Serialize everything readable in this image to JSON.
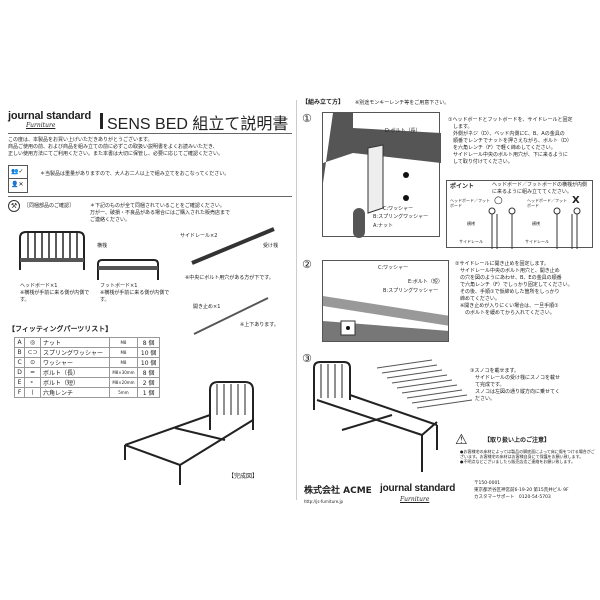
{
  "header": {
    "brand": "journal standard",
    "brand_sub": "Furniture",
    "title": "SENS BED 組立て説明書"
  },
  "intro": [
    "この度は、本製品をお買い上げいただきありがとうございます。",
    "商品ご使用の前、および商品を組み立ての前に必ずこの取扱い説明書をよくお読みいただき、",
    "正しい使用方法にてご利用ください。また本書は大切に保管し、必要に応じてご確認ください。"
  ],
  "warning_two_people": "＊当製品は重量がありますので、大人お二人以上で組み立てをおこなってください。",
  "check": {
    "label": "［同梱部品のご確認］",
    "text": [
      "＊下記のものが全て同梱されていることをご確認ください。",
      "万が一、破損・不良品がある場合にはご購入された販売店まで",
      "ご連絡ください。"
    ]
  },
  "parts": {
    "headboard": "ヘッドボード×1",
    "headboard_note": "※横桟が手前に来る側が内側です。",
    "footboard": "フットボード×1",
    "footboard_note": "※横桟が手前に来る側が内側です。",
    "crossbar_label": "横桟",
    "side_rail": "サイドレール×2",
    "receiver": "受け桟",
    "side_rail_note": "※中央にボルト用穴がある方が下です。",
    "spreader": "開き止め×1",
    "spreader_note": "※上下あります。"
  },
  "fitting": {
    "title": "【フィッティングパーツリスト】",
    "rows": [
      {
        "id": "A",
        "name": "ナット",
        "size": "M8",
        "qty": "8 個"
      },
      {
        "id": "B",
        "name": "スプリングワッシャー",
        "size": "M8",
        "qty": "10 個"
      },
      {
        "id": "C",
        "name": "ワッシャー",
        "size": "M8",
        "qty": "10 個"
      },
      {
        "id": "D",
        "name": "ボルト（長）",
        "size": "M8×30mm",
        "qty": "8 個"
      },
      {
        "id": "E",
        "name": "ボルト（短）",
        "size": "M8×20mm",
        "qty": "2 個"
      },
      {
        "id": "F",
        "name": "六角レンチ",
        "size": "5mm",
        "qty": "1 個"
      }
    ]
  },
  "completed_label": "【完成図】",
  "assembly": {
    "title": "【組み立て方】",
    "note": "※別途モンキーレンチ等をご用意下さい。",
    "step1": {
      "num": "①",
      "labels": [
        "D:ボルト（長）",
        "C:ワッシャー",
        "B:スプリングワッシャー",
        "A:ナット"
      ],
      "text": [
        "①ヘッドボードとフットボードを、サイドレールと固定",
        "　します。",
        "　外側がネジ（D）、ベッド内側にC、B、Aの金具の",
        "　順番でレンチでナットを押さえながら、ボルト（D）",
        "　を六角レンチ（F）で軽く締めしてください。",
        "　サイドレール中央のボルト用穴が、下に来るように",
        "　して取り付けてください。"
      ],
      "point": {
        "title": "ポイント",
        "text": "ヘッドボード／フットボードの横桟が内側に来るように組み立ててください。",
        "board": "ヘッドボード／フットボード",
        "crossbar": "横桟",
        "rail": "サイドレール",
        "ok": "○",
        "ng": "X"
      }
    },
    "step2": {
      "num": "②",
      "labels": [
        "C:ワッシャー",
        "E:ボルト（短）",
        "B:スプリングワッシャー"
      ],
      "text": [
        "②サイドレールに開き止めを固定します。",
        "　サイドレール中央のボルト用穴と、開き止め",
        "　の穴を図のようにあわせ、B、Eの金具の順番",
        "　で六角レンチ（F）でしっかり固定してください。",
        "　その後、手順①で仮締めした箇所をしっかり",
        "　締めてください。",
        "　※開き止めが入りにくい場合は、一旦手順①",
        "　　のボルトを緩めてから入れてください。"
      ]
    },
    "step3": {
      "num": "③",
      "text": [
        "③スノコを載せます。",
        "　サイドレールの受け桟にスノコを載せ",
        "　て完成です。",
        "　スノコは左図の通り縦方向に乗せてく",
        "　ださい。"
      ]
    }
  },
  "caution": {
    "title": "【取り扱い上のご注意】",
    "items": [
      "●お客様宅の床材によっては製品の脚底面によって床に傷をつける場合がございます。お客様宅の床材はお客様自身にて保護をお願い致します。",
      "●不明点などございましたら販売店迄ご連絡をお願い致します。"
    ]
  },
  "footer": {
    "company": "株式会社 ACME",
    "url": "http://js-furniture.jp",
    "postal": "〒150-0001",
    "address": "東京都渋谷区神宮前6-19-20 第15荒井ビル 9F",
    "support": "カスタマーサポート　0120-54-5703",
    "brand": "journal standard",
    "brand_sub": "Furniture"
  }
}
